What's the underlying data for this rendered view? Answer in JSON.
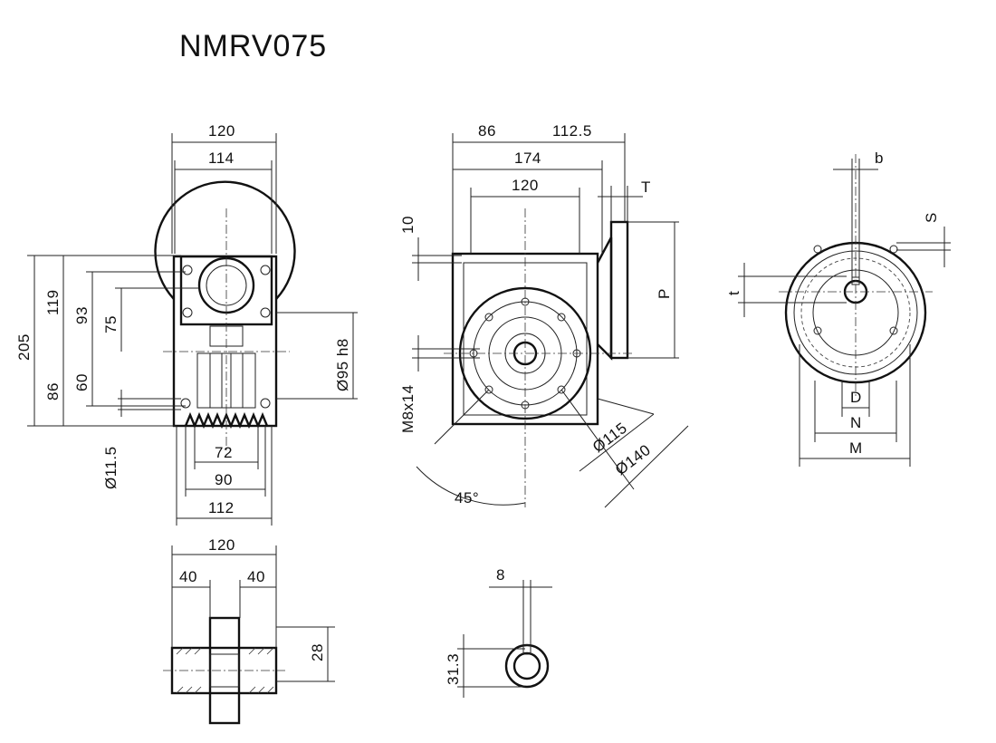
{
  "title": "NMRV075",
  "front_view": {
    "width_outer": "120",
    "width_inner": "114",
    "height_total": "205",
    "height_upper": "119",
    "height_lower": "86",
    "flange_height": "93",
    "flange_inner": "75",
    "lower_offset": "60",
    "hole_dia": "Ø11.5",
    "pilot_dia": "Ø95 h8",
    "base_72": "72",
    "base_90": "90",
    "base_112": "112"
  },
  "side_view": {
    "dim_86": "86",
    "dim_112_5": "112.5",
    "dim_174": "174",
    "dim_120": "120",
    "dim_T": "T",
    "dim_10": "10",
    "dim_P": "P",
    "thread": "M8x14",
    "pcd_115": "Ø115",
    "pcd_140": "Ø140",
    "angle": "45°"
  },
  "flange_view": {
    "dim_b": "b",
    "dim_S": "S",
    "dim_t": "t",
    "dim_D": "D",
    "dim_N": "N",
    "dim_M": "M"
  },
  "hollow_shaft_view": {
    "length": "120",
    "left_40": "40",
    "right_40": "40",
    "bore": "28"
  },
  "key_view": {
    "key_width": "8",
    "key_height": "31.3"
  }
}
